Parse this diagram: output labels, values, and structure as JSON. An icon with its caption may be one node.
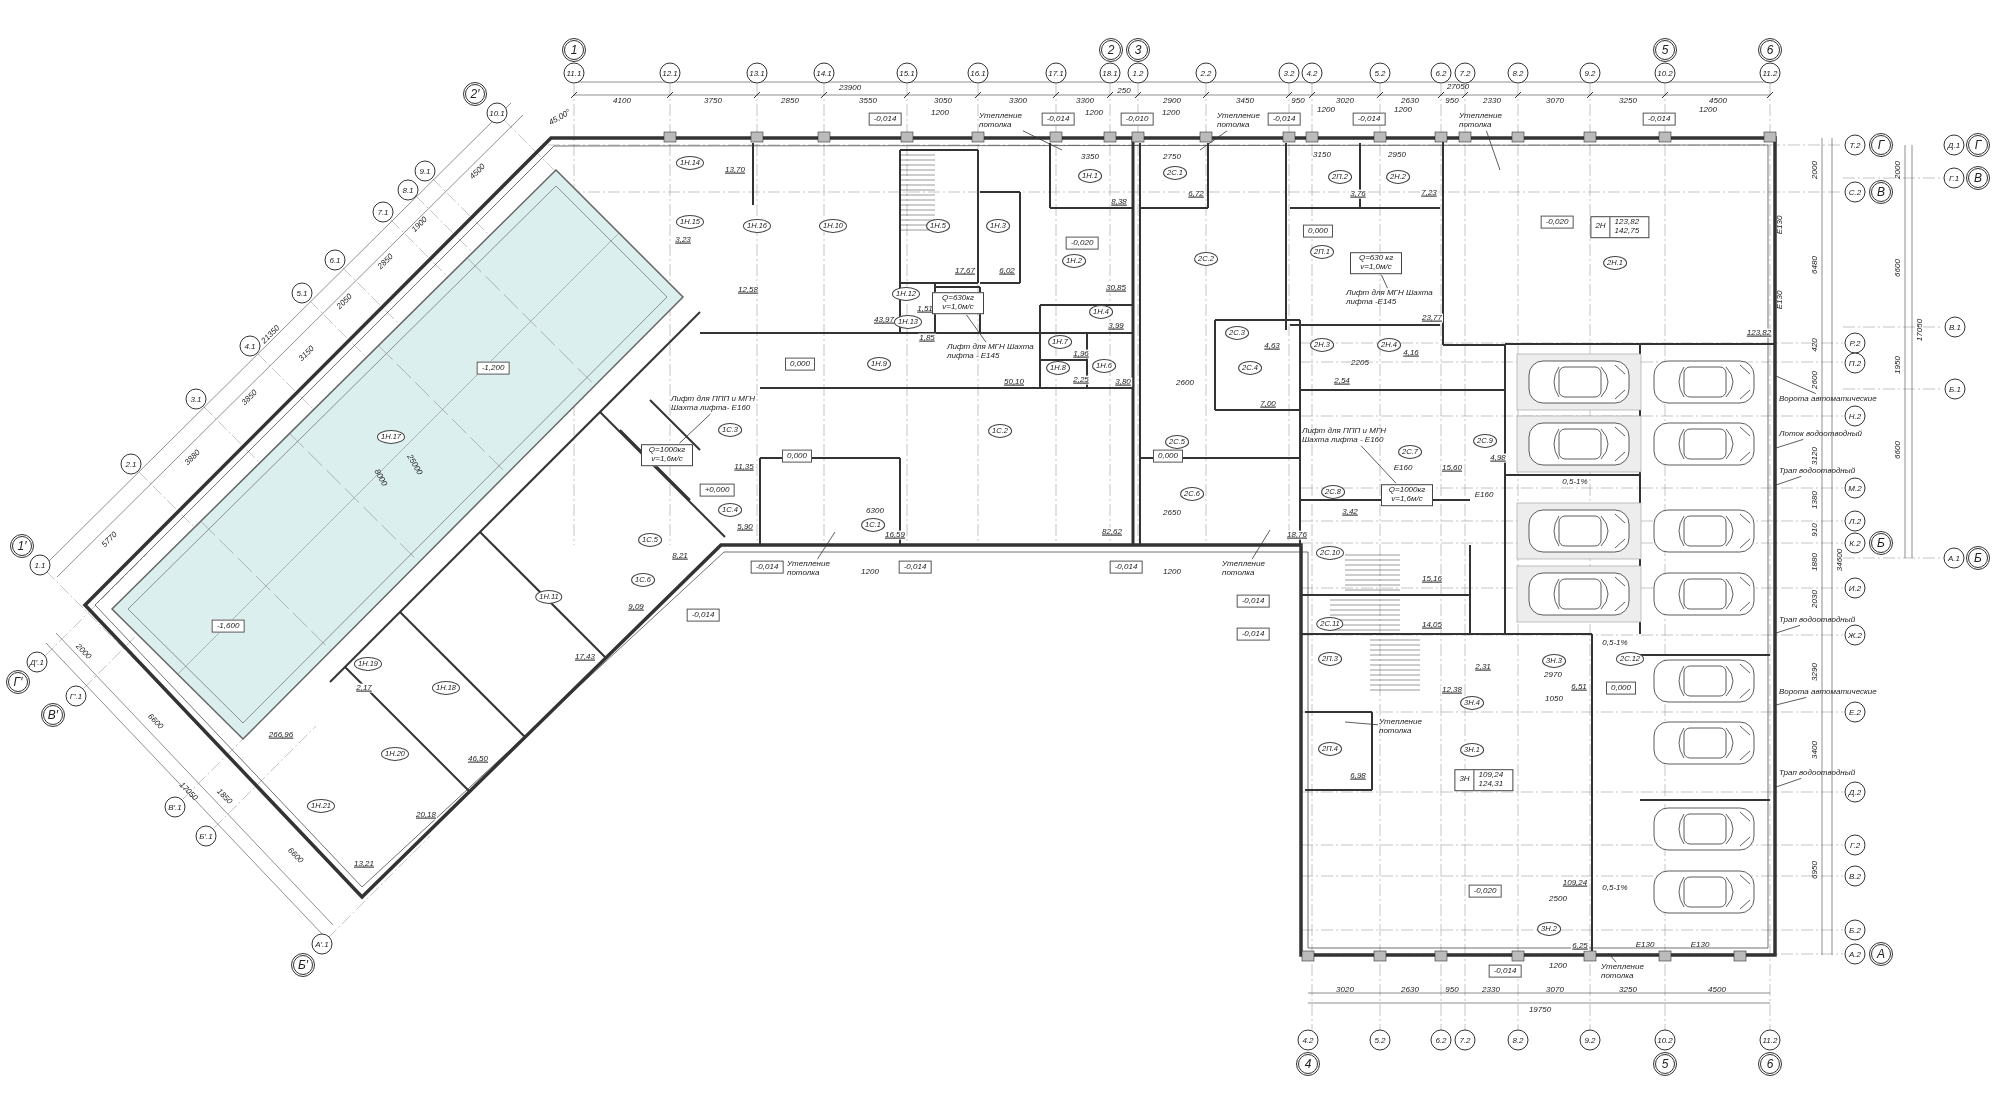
{
  "diagram": {
    "nodes": [
      {
        "text": [
          "1Н.14"
        ]
      },
      {
        "text": [
          "1Н.15"
        ]
      },
      {
        "text": [
          "1Н.16"
        ]
      },
      {
        "text": [
          "1Н.10"
        ]
      },
      {
        "text": [
          "1Н.5"
        ]
      },
      {
        "text": [
          "1Н.3"
        ]
      },
      {
        "text": [
          "1Н.12"
        ]
      },
      {
        "text": [
          "1Н.13"
        ]
      },
      {
        "text": [
          "1Н.9"
        ]
      },
      {
        "text": [
          "1Н.1"
        ]
      },
      {
        "text": [
          "1Н.2"
        ]
      },
      {
        "text": [
          "1Н.4"
        ]
      },
      {
        "text": [
          "1Н.7"
        ]
      },
      {
        "text": [
          "1Н.8"
        ]
      },
      {
        "text": [
          "1Н.6"
        ]
      },
      {
        "text": [
          "2С.1"
        ]
      },
      {
        "text": [
          "2С.2"
        ]
      },
      {
        "text": [
          "2С.3"
        ]
      },
      {
        "text": [
          "2С.4"
        ]
      },
      {
        "text": [
          "2П.1"
        ]
      },
      {
        "text": [
          "2П.2"
        ]
      },
      {
        "text": [
          "2Н.2"
        ]
      },
      {
        "text": [
          "2Н.3"
        ]
      },
      {
        "text": [
          "2Н.4"
        ]
      },
      {
        "text": [
          "2Н.1"
        ]
      },
      {
        "text": [
          "1С.2"
        ]
      },
      {
        "text": [
          "1С.1"
        ]
      },
      {
        "text": [
          "1С.3"
        ]
      },
      {
        "text": [
          "1С.4"
        ]
      },
      {
        "text": [
          "1С.5"
        ]
      },
      {
        "text": [
          "1С.6"
        ]
      },
      {
        "text": [
          "2С.5"
        ]
      },
      {
        "text": [
          "2С.6"
        ]
      },
      {
        "text": [
          "2С.7"
        ]
      },
      {
        "text": [
          "2С.8"
        ]
      },
      {
        "text": [
          "2С.9"
        ]
      },
      {
        "text": [
          "2С.10"
        ]
      },
      {
        "text": [
          "2С.11"
        ]
      },
      {
        "text": [
          "2П.3"
        ]
      },
      {
        "text": [
          "2П.4"
        ]
      },
      {
        "text": [
          "3Н.1"
        ]
      },
      {
        "text": [
          "3Н.2"
        ]
      },
      {
        "text": [
          "3Н.3"
        ]
      },
      {
        "text": [
          "3Н.4"
        ]
      },
      {
        "text": [
          "2С.12"
        ]
      },
      {
        "text": [
          "1Н.17"
        ]
      },
      {
        "text": [
          "1Н.11"
        ]
      },
      {
        "text": [
          "1Н.18"
        ]
      },
      {
        "text": [
          "1Н.19"
        ]
      },
      {
        "text": [
          "1Н.20"
        ]
      },
      {
        "text": [
          "1Н.21"
        ]
      },
      {
        "text": [
          "2Н",
          "123,82 142,75"
        ]
      },
      {
        "text": [
          "3Н",
          "109,24 124,31"
        ]
      },
      {
        "text": [
          "Q=630кг v=1,0м/с"
        ]
      },
      {
        "text": [
          "Q=630 кг v=1,0м/с"
        ]
      },
      {
        "text": [
          "Q=1000кг v=1,6м/с"
        ]
      },
      {
        "text": [
          "Q=1000кг v=1,6м/с"
        ]
      },
      {
        "text": [
          "Лифт для МГН Шахта лифта - Е145"
        ]
      },
      {
        "text": [
          "Лифт для МГН Шахта лифта -Е145"
        ]
      },
      {
        "text": [
          "Лифт для ППП и МГН Шахта лифта- Е160"
        ]
      },
      {
        "text": [
          "Лифт для ППП и МГН Шахта лифта - Е160"
        ]
      },
      {
        "text": [
          "Утепление потолка"
        ]
      },
      {
        "text": [
          "Утепление потолка"
        ]
      },
      {
        "text": [
          "Утепление потолка"
        ]
      },
      {
        "text": [
          "Утепление потолка"
        ]
      },
      {
        "text": [
          "Утепление потолка"
        ]
      },
      {
        "text": [
          "Утепление потолка"
        ]
      },
      {
        "text": [
          "Утепление потолка"
        ]
      },
      {
        "text": [
          "Ворота автоматические"
        ]
      },
      {
        "text": [
          "Лоток водоотводный"
        ]
      },
      {
        "text": [
          "Трап водоотводный"
        ]
      },
      {
        "text": [
          "Трап водоотводный"
        ]
      },
      {
        "text": [
          "Ворота автоматические"
        ]
      },
      {
        "text": [
          "Трап водоотводный"
        ]
      }
    ],
    "edges": [
      {
        "from": 57,
        "to": 53,
        "arrow": "none"
      },
      {
        "from": 58,
        "to": 54,
        "arrow": "none"
      },
      {
        "from": 59,
        "to": 56,
        "arrow": "none"
      },
      {
        "from": 60,
        "to": 55,
        "arrow": "none"
      },
      {
        "from": 61,
        "to": null,
        "arrow": "none"
      },
      {
        "from": 62,
        "to": null,
        "arrow": "none"
      },
      {
        "from": 63,
        "to": null,
        "arrow": "none"
      },
      {
        "from": 64,
        "to": null,
        "arrow": "none"
      },
      {
        "from": 65,
        "to": null,
        "arrow": "none"
      },
      {
        "from": 66,
        "to": null,
        "arrow": "none"
      },
      {
        "from": 67,
        "to": null,
        "arrow": "none"
      },
      {
        "from": 68,
        "to": null,
        "arrow": "none"
      },
      {
        "from": 69,
        "to": null,
        "arrow": "none"
      },
      {
        "from": 70,
        "to": null,
        "arrow": "none"
      },
      {
        "from": 71,
        "to": null,
        "arrow": "none"
      },
      {
        "from": 72,
        "to": null,
        "arrow": "none"
      },
      {
        "from": 73,
        "to": null,
        "arrow": "none"
      }
    ],
    "labels": [
      "1",
      "11.1",
      "12.1",
      "13.1",
      "14.1",
      "15.1",
      "16.1",
      "17.1",
      "2",
      "18.1",
      "3",
      "1.2",
      "2.2",
      "3.2",
      "4.2",
      "5.2",
      "6.2",
      "7.2",
      "8.2",
      "9.2",
      "5",
      "10.2",
      "6",
      "11.2",
      "23900",
      "250",
      "27050",
      "4100",
      "3750",
      "2850",
      "3550",
      "3050",
      "3300",
      "3300",
      "2900",
      "3450",
      "950",
      "3020",
      "2630",
      "950",
      "2330",
      "3070",
      "3250",
      "4500",
      "-0,014",
      "1200",
      "-0,014",
      "1200",
      "-0,010",
      "1200",
      "-0,014",
      "1200",
      "-0,014",
      "1200",
      "-0,014",
      "1200",
      "Т.2",
      "Г",
      "Д.1",
      "Г",
      "С.2",
      "В",
      "Г.1",
      "В",
      "В.1",
      "Р.2",
      "П.2",
      "Б.1",
      "Н.2",
      "М.2",
      "Л.2",
      "К.2",
      "Б",
      "А.1",
      "Б",
      "И.2",
      "Ж.2",
      "Е.2",
      "Д.2",
      "Г.2",
      "В.2",
      "Б.2",
      "А.2",
      "А",
      "2000",
      "6480",
      "420",
      "2600",
      "3120",
      "1380",
      "910",
      "1880",
      "2030",
      "3290",
      "3400",
      "6950",
      "34600",
      "2000",
      "6600",
      "17050",
      "1950",
      "6600",
      "4.2",
      "4",
      "5.2",
      "6.2",
      "7.2",
      "8.2",
      "9.2",
      "10.2",
      "5",
      "11.2",
      "6",
      "3020",
      "2630",
      "950",
      "2330",
      "3070",
      "3250",
      "4500",
      "19750",
      "-0,014",
      "1200",
      "2′",
      "10.1",
      "9.1",
      "8.1",
      "7.1",
      "6.1",
      "5.1",
      "4.1",
      "3.1",
      "2.1",
      "1′",
      "1.1",
      "Д′.1",
      "Г′",
      "Г′.1",
      "В′",
      "В′.1",
      "Б′.1",
      "А′.1",
      "Б′",
      "45,00°",
      "4500",
      "1900",
      "2850",
      "2050",
      "21350",
      "3150",
      "3850",
      "3880",
      "5770",
      "2000",
      "6600",
      "17050",
      "1850",
      "6600",
      "8000",
      "25000",
      "-1,200",
      "-1,600",
      "0,000",
      "-0,020",
      "0,000",
      "-0,020",
      "0,000",
      "0,000",
      "+0,000",
      "-0,020",
      "0,000",
      "-0,014",
      "-0,014",
      "-0,014",
      "-0,014",
      "-0,014",
      "-0,014",
      "1200",
      "1200",
      "0,5-1%",
      "0,5-1%",
      "0,5-1%",
      "Е130",
      "Е130",
      "Е130",
      "Е130",
      "Е160",
      "Е160",
      "3350",
      "2750",
      "3150",
      "2950",
      "6300",
      "2650",
      "2600",
      "2205",
      "1050",
      "2500",
      "2970",
      "109,24",
      "13,70",
      "3,23",
      "12,58",
      "43,97",
      "17,67",
      "6,02",
      "1,51",
      "1,85",
      "50,10",
      "8,38",
      "30,85",
      "3,99",
      "1,96",
      "2,25",
      "3,80",
      "6,72",
      "4,63",
      "7,00",
      "23,77",
      "3,76",
      "7,23",
      "2,54",
      "4,16",
      "123,82",
      "82,62",
      "16,59",
      "11,35",
      "5,90",
      "8,21",
      "9,09",
      "18,76",
      "15,60",
      "3,42",
      "4,98",
      "15,16",
      "14,05",
      "12,38",
      "6,98",
      "6,25",
      "6,51",
      "2,31",
      "266,96",
      "17,43",
      "46,50",
      "2,17",
      "20,18",
      "13,21"
    ]
  }
}
